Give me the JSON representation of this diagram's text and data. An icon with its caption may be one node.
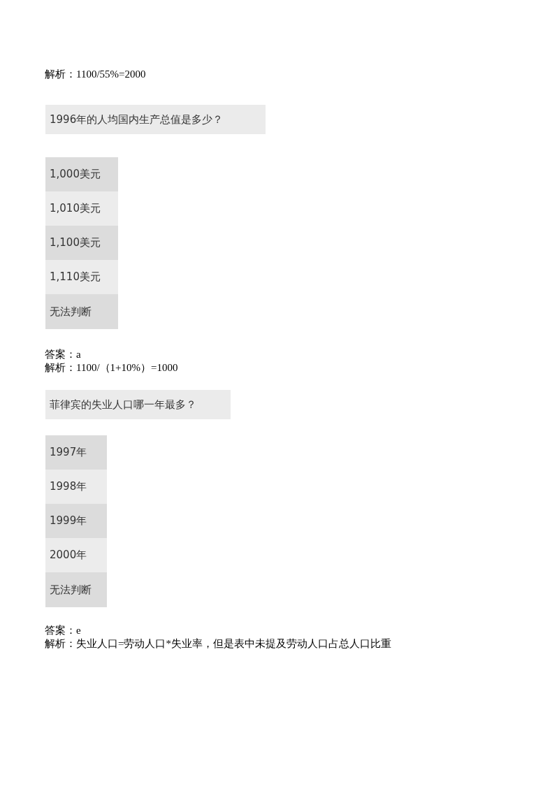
{
  "diagram": {
    "nodes": [
      {
        "text": [
          "1996年的人均国内生产总值是多少？"
        ]
      },
      {
        "text": [
          "1,000美元"
        ]
      },
      {
        "text": [
          "1,010美元"
        ]
      },
      {
        "text": [
          "1,100美元"
        ]
      },
      {
        "text": [
          "1,110美元"
        ]
      },
      {
        "text": [
          "无法判断"
        ]
      },
      {
        "text": [
          "菲律宾的失业人口哪一年最多？"
        ]
      },
      {
        "text": [
          "1997年"
        ]
      },
      {
        "text": [
          "1998年"
        ]
      },
      {
        "text": [
          "1999年"
        ]
      },
      {
        "text": [
          "2000年"
        ]
      },
      {
        "text": [
          "无法判断"
        ]
      }
    ],
    "edges": [],
    "labels": [
      "解析：1100/55%=2000",
      "答案：a",
      "解析：1100/（1+10%）=1000",
      "答案：e",
      "解析：失业人口=劳动人口*失业率，但是表中未提及劳动人口占总人口比重"
    ]
  }
}
